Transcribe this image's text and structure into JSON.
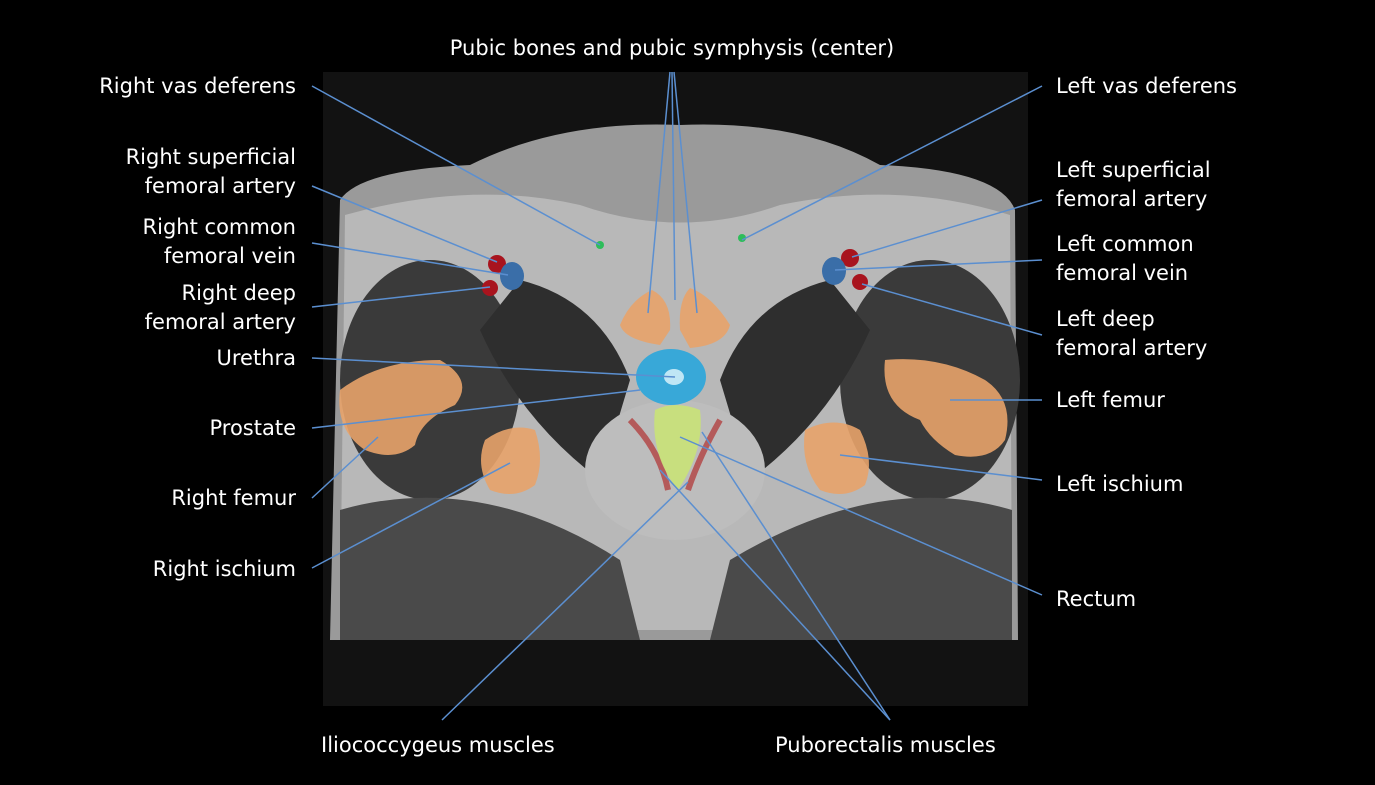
{
  "title": "Pubic bones and pubic symphysis (center)",
  "labels_right_side_of_body": {
    "vas_deferens": "Right vas deferens",
    "superficial_femoral_1": "Right superficial",
    "superficial_femoral_2": "femoral artery",
    "common_femoral_1": "Right common",
    "common_femoral_2": "femoral vein",
    "deep_femoral_1": "Right deep",
    "deep_femoral_2": "femoral artery",
    "urethra": "Urethra",
    "prostate": "Prostate",
    "femur": "Right femur",
    "ischium": "Right ischium"
  },
  "labels_left_side_of_body": {
    "vas_deferens": "Left vas deferens",
    "superficial_femoral_1": "Left superficial",
    "superficial_femoral_2": "femoral artery",
    "common_femoral_1": "Left common",
    "common_femoral_2": "femoral vein",
    "deep_femoral_1": "Left deep",
    "deep_femoral_2": "femoral artery",
    "femur": "Left femur",
    "ischium": "Left ischium",
    "rectum": "Rectum"
  },
  "labels_bottom": {
    "iliococcygeus": "Iliococcygeus muscles",
    "puborectalis": "Puborectalis muscles"
  },
  "colors": {
    "bone": "#e8a36a",
    "artery": "#a8141e",
    "vein": "#3a6ea8",
    "urethra_prostate": "#2aa6dc",
    "rectum": "#c8e07a",
    "vas": "#2ebd5a",
    "muscle": "#b03030",
    "leader": "#5b8fd0"
  }
}
